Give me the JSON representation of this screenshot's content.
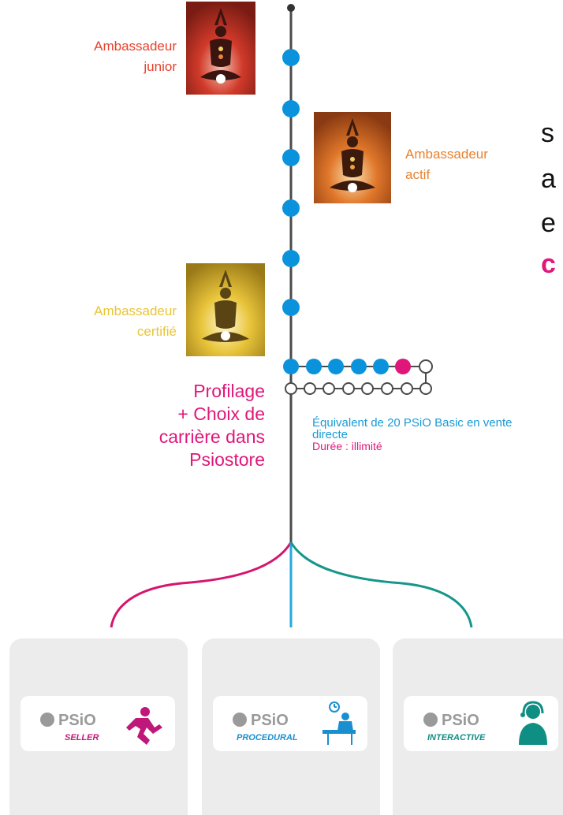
{
  "stray_letters": [
    "s",
    "a",
    "e",
    "c"
  ],
  "ranks": {
    "junior": {
      "line1": "Ambassadeur",
      "line2": "junior",
      "color": "#e8412c"
    },
    "actif": {
      "line1": "Ambassadeur",
      "line2": "actif",
      "color": "#e8822f"
    },
    "certifie": {
      "line1": "Ambassadeur",
      "line2": "certifié",
      "color": "#e9c535"
    }
  },
  "profiling": {
    "lines": [
      "Profilage",
      "+ Choix de",
      "carrière dans",
      "Psiostore"
    ],
    "color": "#e0177a"
  },
  "equivalent": {
    "line1": "Équivalent de 20 PSiO Basic en vente",
    "line2": "directe",
    "line3": "Durée : illimité",
    "color_blue": "#1a9ad6",
    "color_pink": "#e0177a"
  },
  "colors": {
    "dot_blue": "#0a93dc",
    "dot_pink": "#e0177a",
    "line": "#4a4a4a",
    "branch_pink": "#d6156f",
    "branch_blue": "#24a9e0",
    "branch_teal": "#16968a"
  },
  "products": [
    {
      "brand": "PSiO",
      "label": "SELLER",
      "color": "#c0177a",
      "icon": "running-person-icon"
    },
    {
      "brand": "PSiO",
      "label": "PROCEDURAL",
      "color": "#1a8fd0",
      "icon": "desk-worker-clock-icon"
    },
    {
      "brand": "PSiO",
      "label": "INTERACTIVE",
      "color": "#0f8f84",
      "icon": "person-headset-icon"
    }
  ]
}
